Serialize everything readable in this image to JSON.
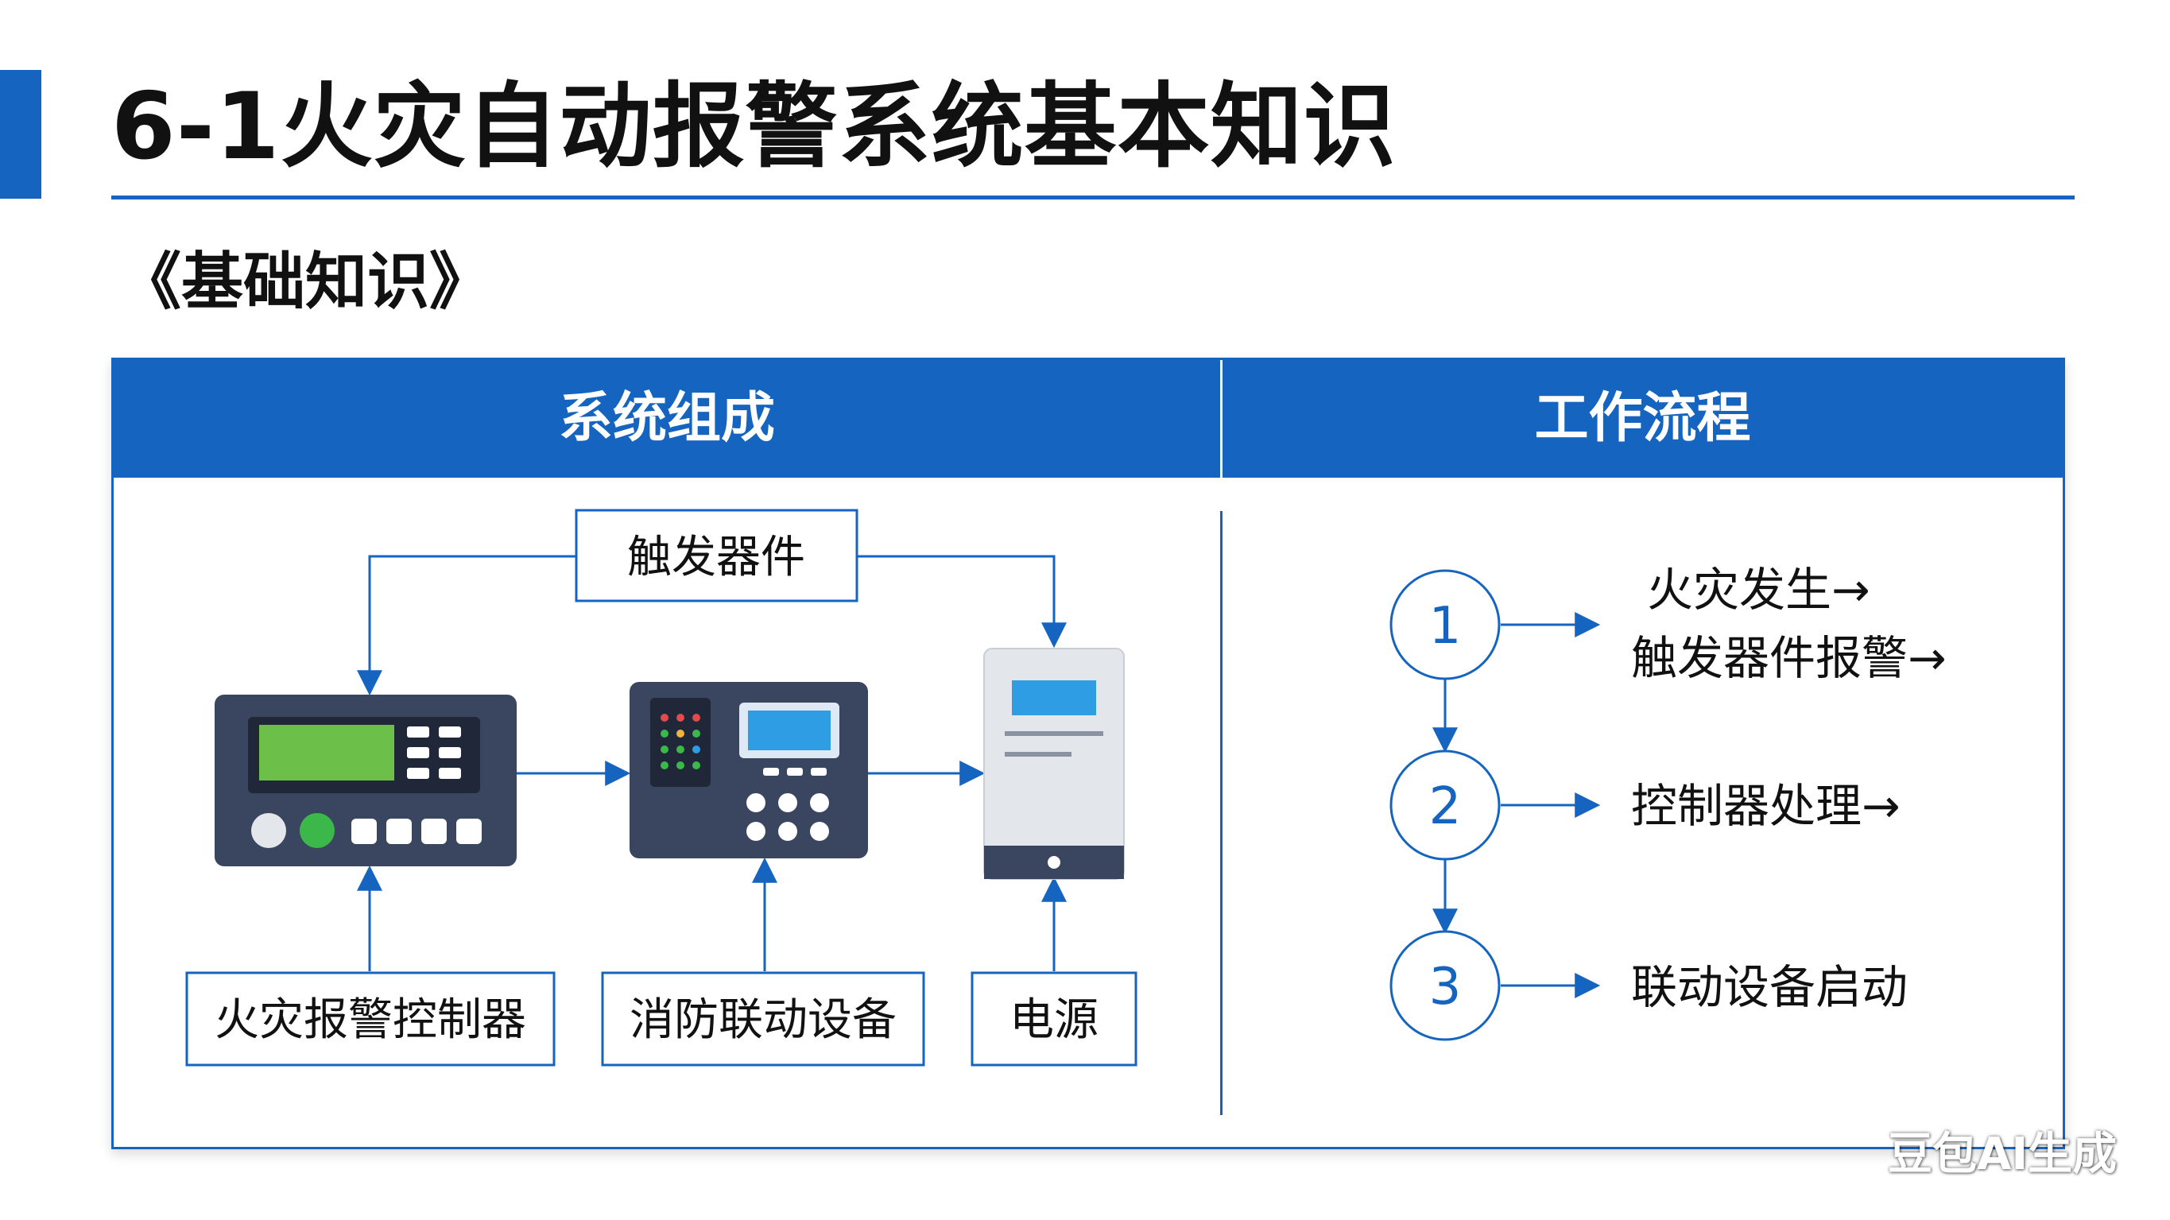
{
  "title": "6-1火灾自动报警系统基本知识",
  "subtitle": "《基础知识》",
  "panel": {
    "left_header": "系统组成",
    "right_header": "工作流程"
  },
  "composition": {
    "trigger": "触发器件",
    "controller": "火灾报警控制器",
    "linkage": "消防联动设备",
    "power": "电源"
  },
  "workflow": {
    "steps": [
      {
        "number": "1",
        "lines": [
          "火灾发生→",
          "触发器件报警→"
        ]
      },
      {
        "number": "2",
        "lines": [
          "控制器处理→"
        ]
      },
      {
        "number": "3",
        "lines": [
          "联动设备启动"
        ]
      }
    ]
  },
  "colors": {
    "accent": "#1565c0",
    "lcd_green": "#6cc04a",
    "lcd_blue": "#2f9de4",
    "device_dark": "#3a4560",
    "device_light": "#e3e6ea"
  },
  "watermark": "豆包AI生成"
}
